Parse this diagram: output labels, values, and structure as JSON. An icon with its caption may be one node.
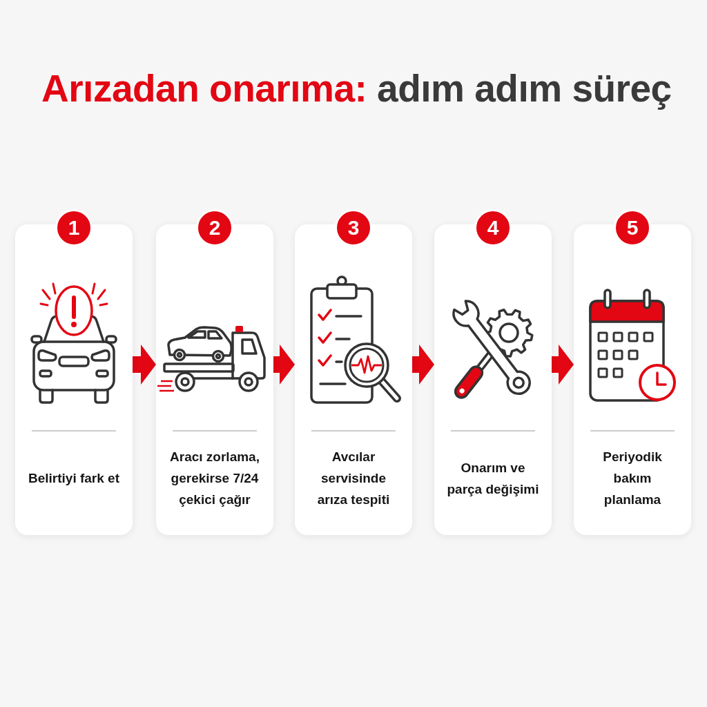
{
  "diagram": {
    "title": "**Arızadan onarıma:** adım adım süreç",
    "nodes": [
      {
        "text": [
          "1",
          "Belirtiyi fark et"
        ]
      },
      {
        "text": [
          "2",
          "Aracı zorlama, gerekirse 7/24 çekici çağır"
        ]
      },
      {
        "text": [
          "3",
          "Avcılar servisinde arıza tespiti"
        ]
      },
      {
        "text": [
          "4",
          "Onarım ve parça değişimi"
        ]
      },
      {
        "text": [
          "5",
          "Periyodik bakım planlama"
        ]
      }
    ],
    "edges": [
      {
        "from": 0,
        "to": 1,
        "arrow": "to"
      },
      {
        "from": 1,
        "to": 2,
        "arrow": "to"
      },
      {
        "from": 2,
        "to": 3,
        "arrow": "to"
      },
      {
        "from": 3,
        "to": 4,
        "arrow": "to"
      }
    ]
  }
}
